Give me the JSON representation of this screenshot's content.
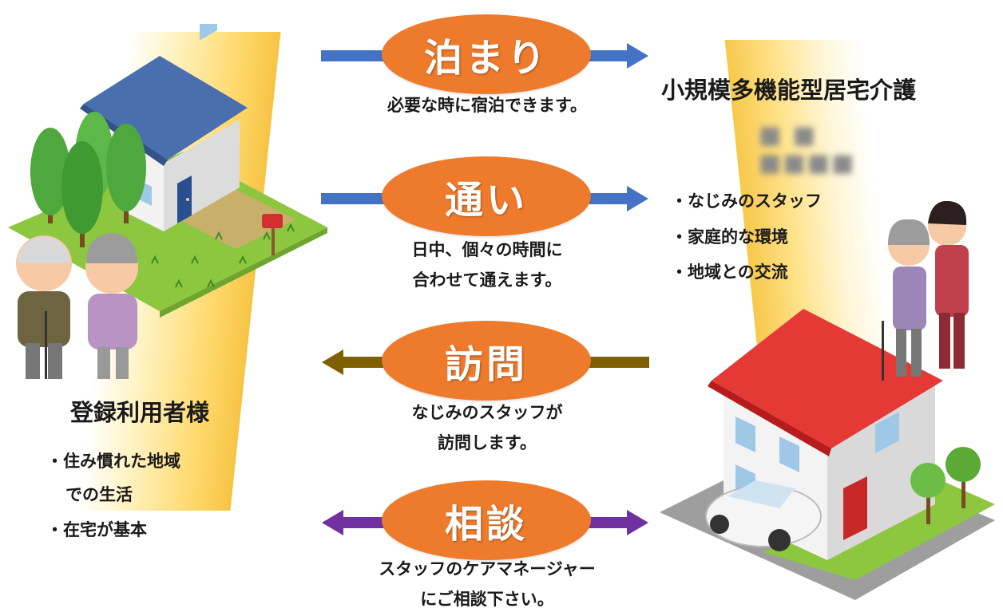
{
  "center_items": [
    {
      "label": "泊まり",
      "caption_lines": [
        "必要な時に宿泊できます。"
      ]
    },
    {
      "label": "通い",
      "caption_lines": [
        "日中、個々の時間に",
        "合わせて通えます。"
      ]
    },
    {
      "label": "訪問",
      "caption_lines": [
        "なじみのスタッフが",
        "訪問します。"
      ]
    },
    {
      "label": "相談",
      "caption_lines": [
        "スタッフのケアマネージャー",
        "にご相談下さい。"
      ]
    }
  ],
  "right_panel": {
    "title": "小規模多機能型居宅介護",
    "blurred_name": "■ ■ ■■■■",
    "bullets": [
      "・なじみのスタッフ",
      "・家庭的な環境",
      "・地域との交流"
    ]
  },
  "left_panel": {
    "title": "登録利用者様",
    "bullets": [
      "・住み慣れた地域",
      "での生活",
      "・在宅が基本"
    ]
  },
  "colors": {
    "bubble": "#ee7a2c",
    "arrow_blue": "#4472c4",
    "arrow_brown": "#7f6000",
    "arrow_purple": "#7030a0",
    "glow": "#f6c445"
  },
  "icons": [
    "house-icon",
    "elderly-couple-icon",
    "trees-icon",
    "mailbox-icon",
    "care-facility-house-icon",
    "car-icon",
    "caregiver-icon"
  ]
}
